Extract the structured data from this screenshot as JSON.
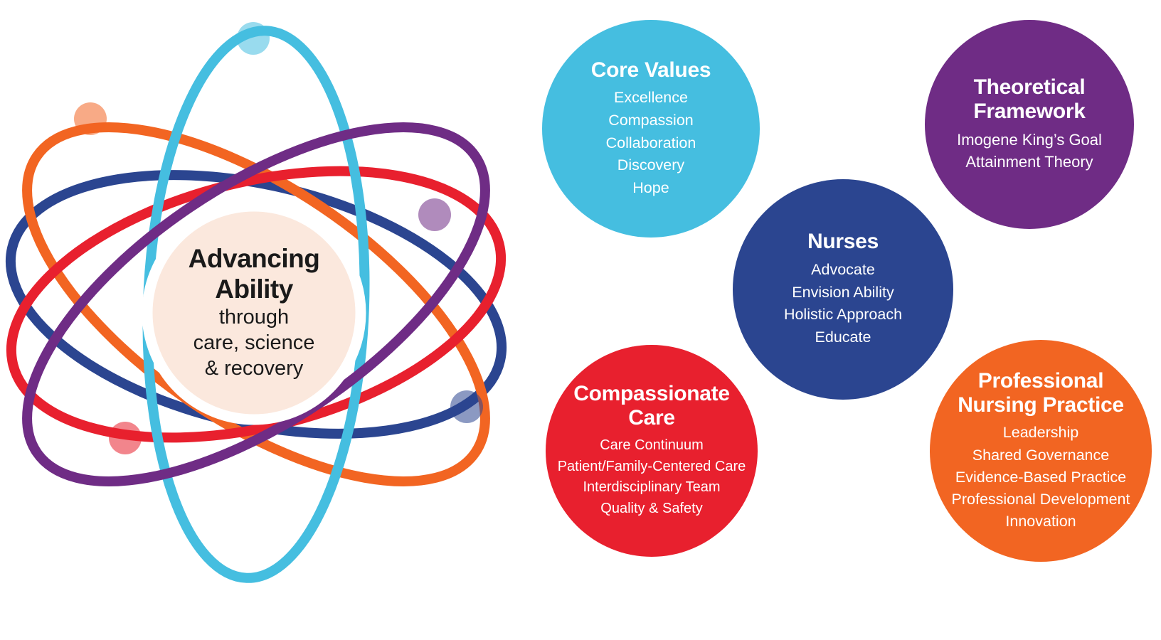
{
  "palette": {
    "cyan": "#45BEE0",
    "blue": "#2B4590",
    "purple": "#6F2C85",
    "red": "#E8202E",
    "orange": "#F26522",
    "peach": "#FBE8DD",
    "white": "#FFFFFF",
    "ink": "#1A1A1A"
  },
  "atom": {
    "label_bold_1": "Advancing",
    "label_bold_2": "Ability",
    "label_rest_1": "through",
    "label_rest_2": "care, science",
    "label_rest_3": "& recovery",
    "orbit_names": [
      "blue-orbit",
      "orange-orbit",
      "red-orbit",
      "cyan-orbit",
      "purple-orbit"
    ],
    "electron_names": [
      "cyan-electron",
      "orange-electron",
      "purple-electron",
      "blue-electron",
      "red-electron"
    ]
  },
  "circles": [
    {
      "id": "core-values",
      "title": [
        "Core Values"
      ],
      "items": [
        "Excellence",
        "Compassion",
        "Collaboration",
        "Discovery",
        "Hope"
      ]
    },
    {
      "id": "theoretical-framework",
      "title": [
        "Theoretical",
        "Framework"
      ],
      "items": [
        "Imogene King’s Goal",
        "Attainment Theory"
      ]
    },
    {
      "id": "nurses",
      "title": [
        "Nurses"
      ],
      "items": [
        "Advocate",
        "Envision Ability",
        "Holistic Approach",
        "Educate"
      ]
    },
    {
      "id": "compassionate-care",
      "title": [
        "Compassionate",
        "Care"
      ],
      "items": [
        "Care Continuum",
        "Patient/Family-Centered Care",
        "Interdisciplinary Team",
        "Quality & Safety"
      ]
    },
    {
      "id": "professional-nursing-practice",
      "title": [
        "Professional",
        "Nursing Practice"
      ],
      "items": [
        "Leadership",
        "Shared Governance",
        "Evidence-Based Practice",
        "Professional Development",
        "Innovation"
      ]
    }
  ]
}
